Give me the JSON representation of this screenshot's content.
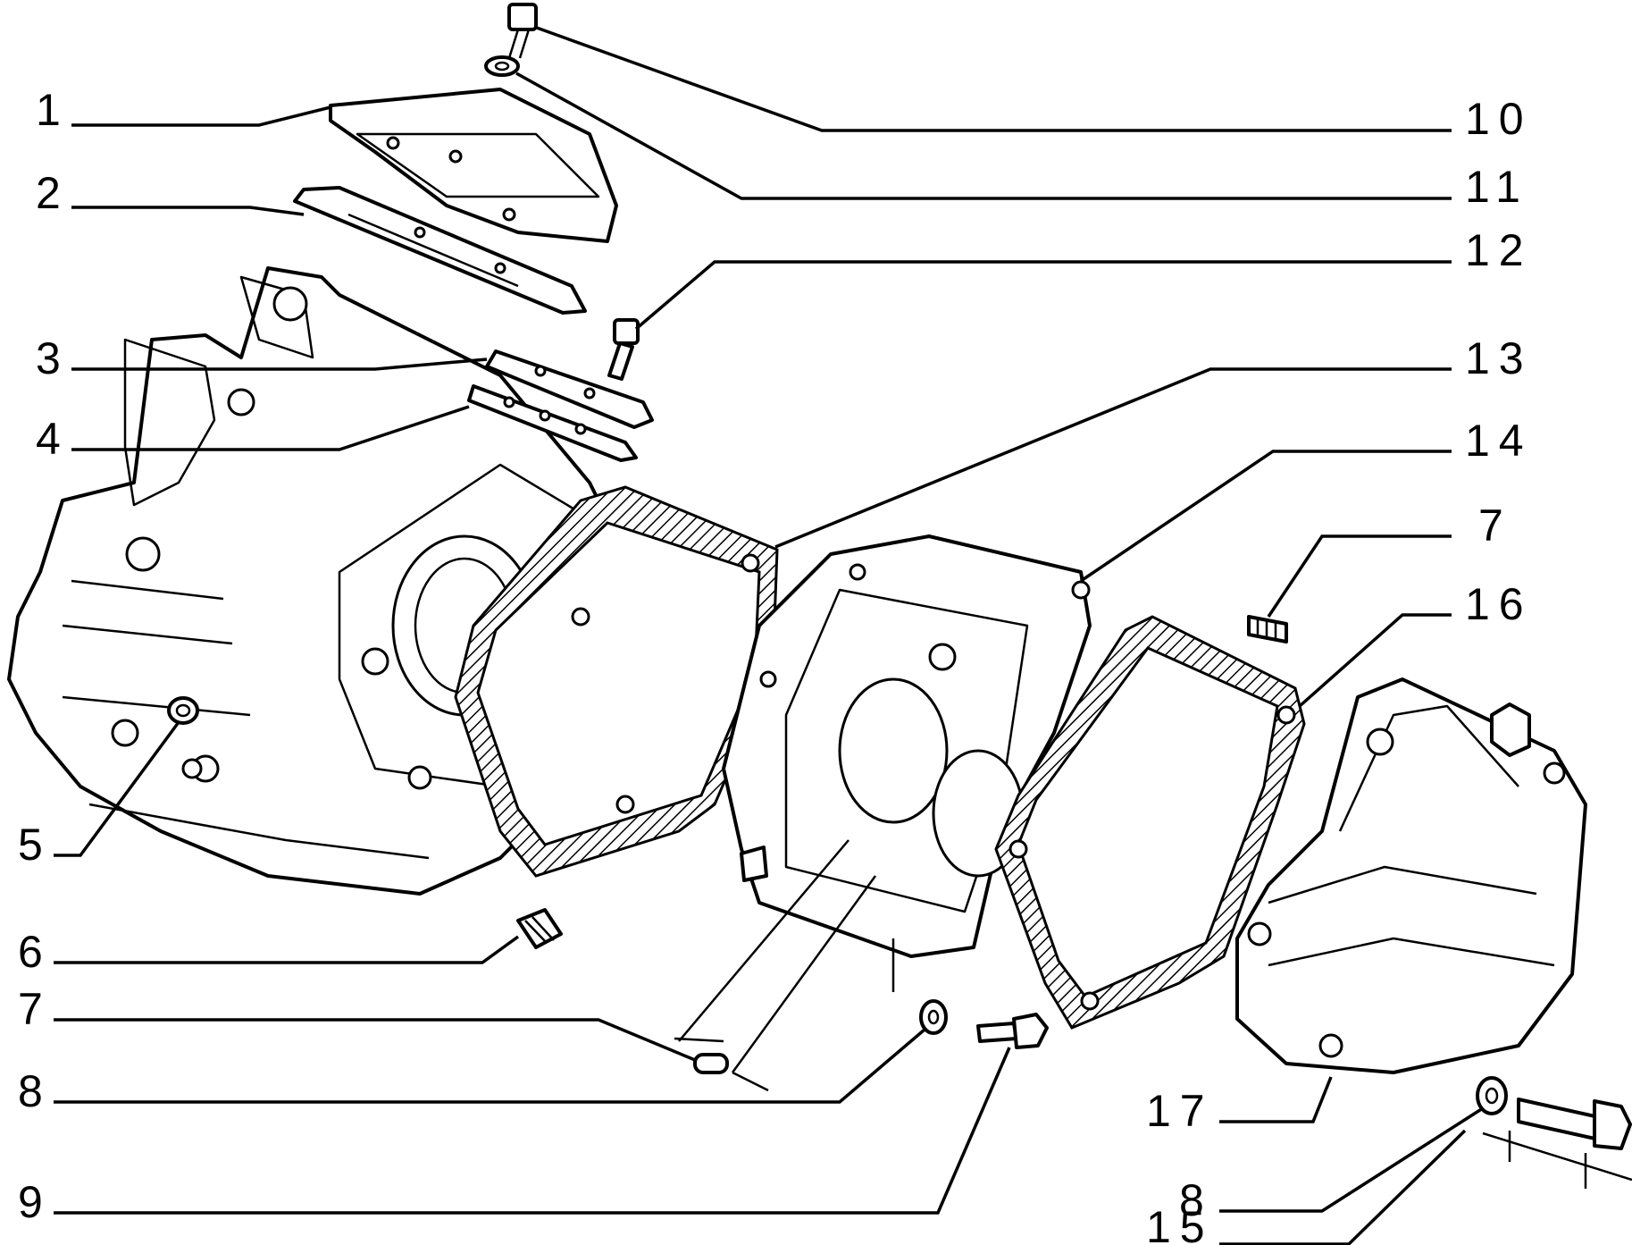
{
  "diagram": {
    "callouts": [
      {
        "id": "c1",
        "label": "1"
      },
      {
        "id": "c2",
        "label": "2"
      },
      {
        "id": "c3",
        "label": "3"
      },
      {
        "id": "c4",
        "label": "4"
      },
      {
        "id": "c5",
        "label": "5"
      },
      {
        "id": "c6",
        "label": "6"
      },
      {
        "id": "c7a",
        "label": "7"
      },
      {
        "id": "c8a",
        "label": "8"
      },
      {
        "id": "c9",
        "label": "9"
      },
      {
        "id": "c10",
        "label": "10"
      },
      {
        "id": "c11",
        "label": "11"
      },
      {
        "id": "c12",
        "label": "12"
      },
      {
        "id": "c13",
        "label": "13"
      },
      {
        "id": "c14",
        "label": "14"
      },
      {
        "id": "c7b",
        "label": "7"
      },
      {
        "id": "c16",
        "label": "16"
      },
      {
        "id": "c17",
        "label": "17"
      },
      {
        "id": "c8b",
        "label": "8"
      },
      {
        "id": "c15",
        "label": "15"
      }
    ]
  }
}
